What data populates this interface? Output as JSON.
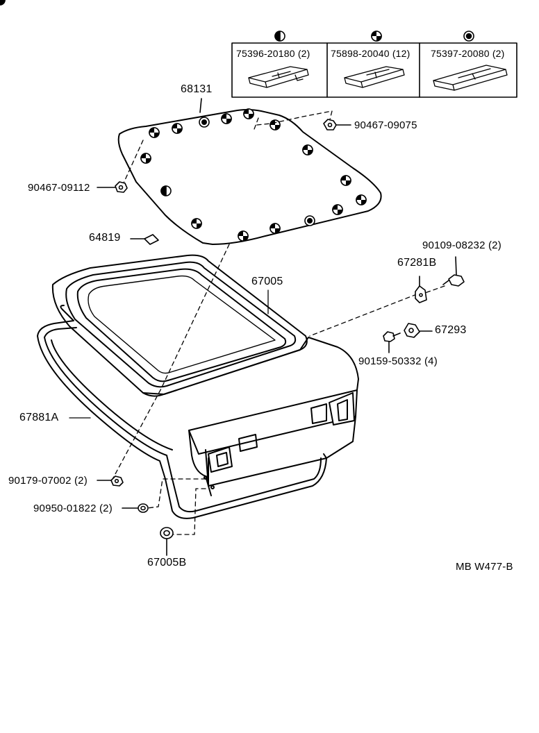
{
  "diagram": {
    "drawing_code": "MB W477-B",
    "clip_table": [
      {
        "part_no": "75396-20180 (2)",
        "symbol": "half-circle-icon"
      },
      {
        "part_no": "75898-20040 (12)",
        "symbol": "quartered-circle-icon"
      },
      {
        "part_no": "75397-20080 (2)",
        "symbol": "dot-circle-icon"
      }
    ],
    "parts": {
      "p68131": "68131",
      "p90467_09075": "90467-09075",
      "p90467_09112": "90467-09112",
      "p64819": "64819",
      "p67005": "67005",
      "p90109_08232": "90109-08232 (2)",
      "p67281B": "67281B",
      "p67293": "67293",
      "p90159_50332": "90159-50332 (4)",
      "p67881A": "67881A",
      "p90179_07002": "90179-07002 (2)",
      "p90950_01822": "90950-01822 (2)",
      "p67005B": "67005B"
    }
  }
}
